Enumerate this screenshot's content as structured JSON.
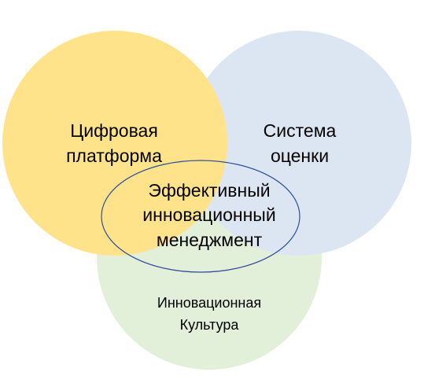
{
  "diagram": {
    "circles": {
      "digital_platform": {
        "line1": "Цифровая",
        "line2": "платформа",
        "color": "#FFE38B"
      },
      "evaluation_system": {
        "line1": "Система",
        "line2": "оценки",
        "color": "#DCE6F2"
      },
      "innovation_culture": {
        "line1": "Инновационная",
        "line2": "Культура",
        "color": "#E2EFD9"
      }
    },
    "center": {
      "line1": "Эффективный",
      "line2": "инновационный",
      "line3": "менеджмент",
      "stroke_color": "#2F4E9B"
    }
  }
}
